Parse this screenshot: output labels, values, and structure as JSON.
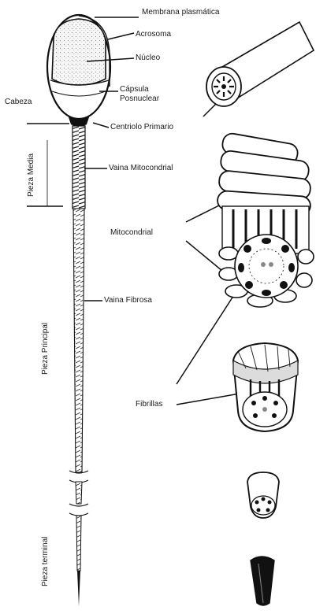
{
  "labels": {
    "membrana": "Membrana plasmática",
    "acrosoma": "Acrosoma",
    "nucleo": "Núcleo",
    "capsula_1": "Cápsula",
    "capsula_2": "Posnuclear",
    "cabeza": "Cabeza",
    "centriolo": "Centriolo Primario",
    "vaina_mito": "Vaina Mitocondrial",
    "mitocondrial": "Mitocondrial",
    "vaina_fibrosa": "Vaina Fibrosa",
    "fibrillas": "Fibrillas"
  },
  "vertical_labels": {
    "pieza_media": "Pieza Media",
    "pieza_principal": "Pieza Principal",
    "pieza_terminal": "Pieza terminal"
  }
}
